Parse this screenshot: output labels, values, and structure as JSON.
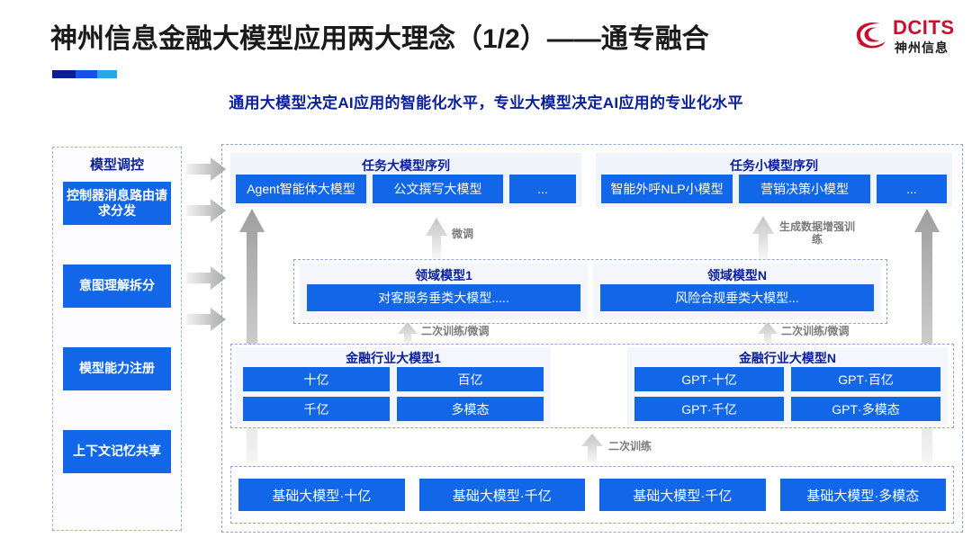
{
  "header": {
    "title": "神州信息金融大模型应用两大理念（1/2）——通专融合",
    "subtitle": "通用大模型决定AI应用的智能化水平，专业大模型决定AI应用的专业化水平",
    "logo_en": "DCITS",
    "logo_cn": "神州信息",
    "accent_dark": "#0a1f8f",
    "accent_mid": "#1452e8",
    "accent_light": "#2ba7e8",
    "brand_red": "#c8102e"
  },
  "left_panel": {
    "title": "模型调控",
    "items": [
      {
        "label": "控制器消息路由请求分发"
      },
      {
        "label": "意图理解拆分"
      },
      {
        "label": "模型能力注册"
      },
      {
        "label": "上下文记忆共享"
      }
    ]
  },
  "task_sequences": [
    {
      "title": "任务大模型序列",
      "chips": [
        "Agent智能体大模型",
        "公文撰写大模型",
        "..."
      ]
    },
    {
      "title": "任务小模型序列",
      "chips": [
        "智能外呼NLP小模型",
        "营销决策小模型",
        "..."
      ]
    }
  ],
  "domain_models": [
    {
      "title": "领域模型1",
      "chip": "对客服务垂类大模型....."
    },
    {
      "title": "领域模型N",
      "chip": "风险合规垂类大模型..."
    }
  ],
  "finance_models": [
    {
      "title": "金融行业大模型1",
      "cells": [
        "十亿",
        "百亿",
        "千亿",
        "多模态"
      ]
    },
    {
      "title": "金融行业大模型N",
      "cells": [
        "GPT·十亿",
        "GPT·百亿",
        "GPT·千亿",
        "GPT·多模态"
      ]
    }
  ],
  "base_models": {
    "cells": [
      "基础大模型·十亿",
      "基础大模型·千亿",
      "基础大模型·千亿",
      "基础大模型·多模态"
    ]
  },
  "arrow_labels": {
    "finetune": "微调",
    "data_aug": "生成数据增强训练",
    "retrain_finetune_left": "二次训练/微调",
    "retrain_finetune_right": "二次训练/微调",
    "retrain": "二次训练"
  },
  "colors": {
    "chip_blue": "#1266e8",
    "heading_blue": "#0a1f9a",
    "dashed_border": "#8fa6dd",
    "arrow_gray": "#b8b8b8"
  }
}
